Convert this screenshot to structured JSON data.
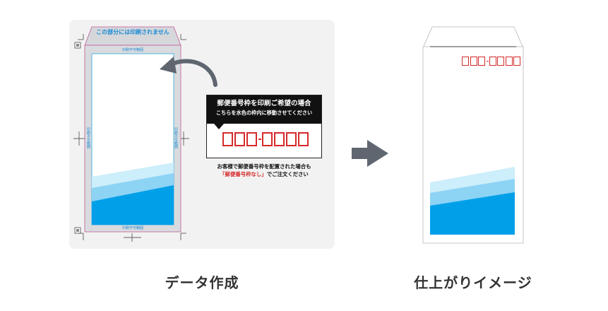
{
  "left_panel": {
    "top_label": "この部分には印刷されません",
    "no_print_top": "印刷不可範囲",
    "no_print_bottom": "印刷不可範囲",
    "side_left": "印刷不可範囲",
    "side_right": "印刷不可範囲",
    "caption": "データ作成"
  },
  "callout": {
    "line1": "郵便番号枠を印刷ご希望の場合",
    "line2": "こちらを水色の枠内に移動させてください",
    "note_line1": "お客様で郵便番号枠を配置された場合も",
    "note_red": "「郵便番号枠なし」",
    "note_line2_rest": "でご注文ください"
  },
  "right_panel": {
    "caption": "仕上がりイメージ"
  },
  "colors": {
    "accent_blue": "#00a0e9",
    "light_blue": "#8dd3f4",
    "pale_blue": "#cdeefb",
    "postal_red": "#d62a2a",
    "arrow_gray": "#5f6670"
  },
  "icons": {
    "curved_arrow": "curved-arrow-icon",
    "right_arrow": "right-arrow-icon"
  }
}
